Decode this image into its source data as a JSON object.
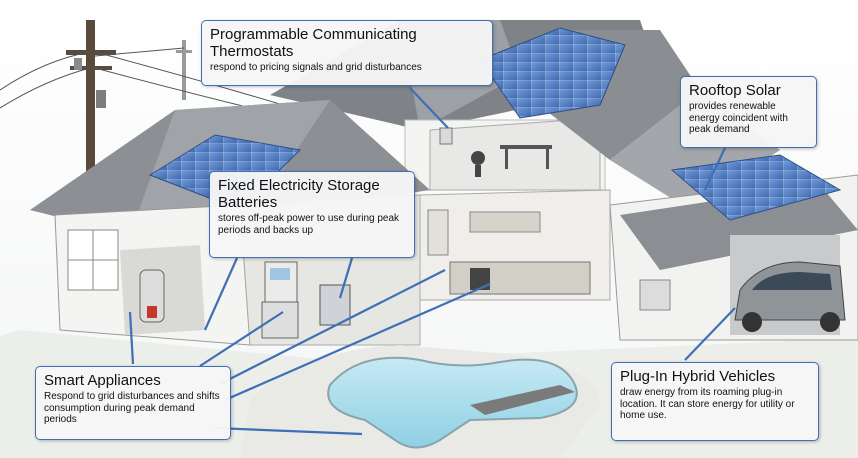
{
  "callouts": {
    "thermostats": {
      "title": "Programmable Communicating Thermostats",
      "text": "respond to pricing signals and grid disturbances"
    },
    "solar": {
      "title": "Rooftop Solar",
      "text": "provides renewable energy coincident with peak demand"
    },
    "batteries": {
      "title": "Fixed Electricity Storage Batteries",
      "text": "stores off-peak power to use during peak periods and backs up"
    },
    "appliances": {
      "title": "Smart Appliances",
      "text": "Respond to grid disturbances and shifts consumption during peak demand periods"
    },
    "vehicles": {
      "title": "Plug-In Hybrid Vehicles",
      "text": "draw energy from its roaming plug-in location. It can store energy for utility or home use."
    }
  },
  "colors": {
    "callout_border": "#3f6fb5",
    "leader_line": "#3f6fb5",
    "roof": "#8c8f93",
    "wall": "#f2f2f0",
    "solar_panel": "#4a78c2",
    "pool_water": "#a9dcec"
  }
}
